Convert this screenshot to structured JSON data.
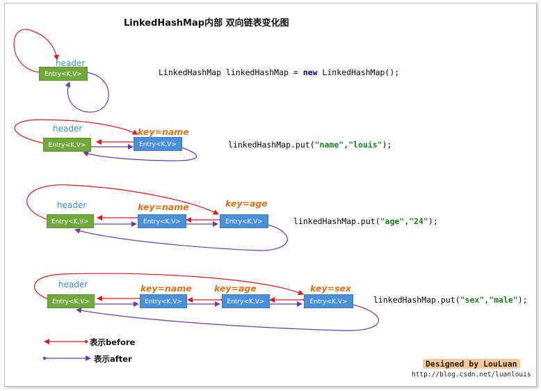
{
  "title": "LinkedHashMap内部 双向链表变化图",
  "node_label": "Entry<K,V>",
  "header_label": "header",
  "steps": [
    {
      "code_prefix": "LinkedHashMap linkedHashMap = ",
      "code_keyword": "new",
      "code_suffix": " LinkedHashMap();",
      "keys": []
    },
    {
      "code_prefix": "linkedHashMap.put(",
      "arg1": "\"name\"",
      "sep": ",",
      "arg2": "\"louis\"",
      "code_suffix": ");",
      "keys": [
        "key=name"
      ]
    },
    {
      "code_prefix": "linkedHashMap.put(",
      "arg1": "\"age\"",
      "sep": ",",
      "arg2": "\"24\"",
      "code_suffix": ");",
      "keys": [
        "key=name",
        "key=age"
      ]
    },
    {
      "code_prefix": "linkedHashMap.put(",
      "arg1": "\"sex\"",
      "sep": ",",
      "arg2": "\"male\"",
      "code_suffix": ");",
      "keys": [
        "key=name",
        "key=age",
        "key=sex"
      ]
    }
  ],
  "legend": {
    "before": "表示before",
    "after": "表示after"
  },
  "footer": {
    "designed": "Designed by LouLuan",
    "url": "http://blog.csdn.net/luanlouis"
  },
  "colors": {
    "before_arrow": "#e0191e",
    "after_arrow": "#6a3aa8",
    "header_node": "#70a83c",
    "entry_node": "#4a90d9",
    "key_label": "#e0711a"
  }
}
